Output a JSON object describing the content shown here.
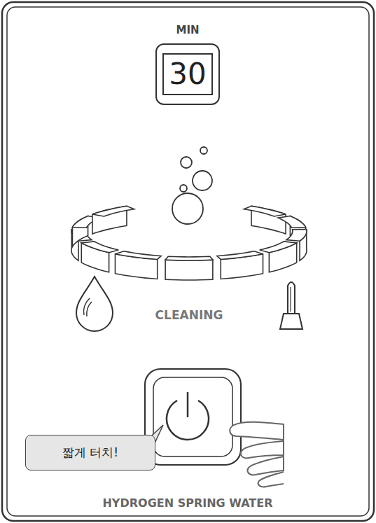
{
  "diagram": {
    "nodes": [
      {
        "text": [
          "MIN",
          "30"
        ]
      },
      {
        "text": [
          "짧게 터치!"
        ]
      }
    ],
    "labels": [
      "CLEANING",
      "HYDROGEN SPRING WATER"
    ]
  }
}
